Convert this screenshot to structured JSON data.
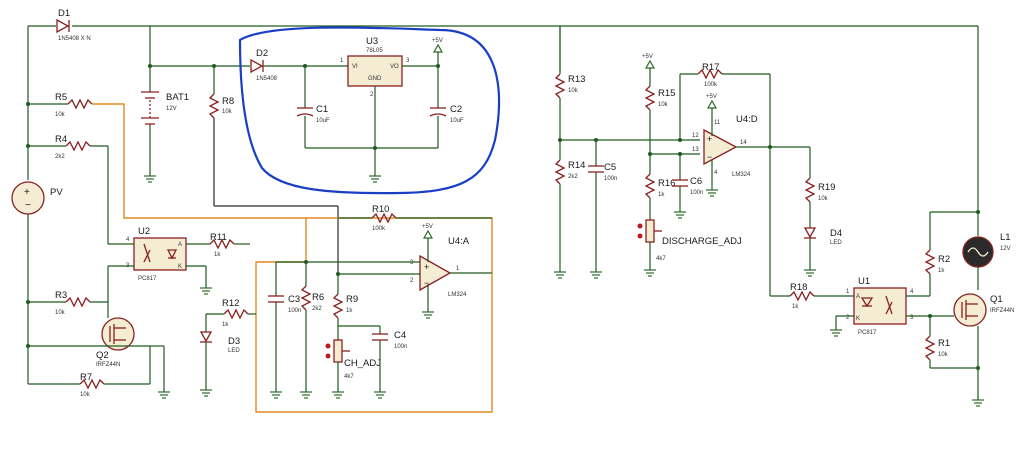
{
  "components": {
    "D1": {
      "ref": "D1",
      "value": "1N5408 X N"
    },
    "D2": {
      "ref": "D2",
      "value": "1N5408"
    },
    "U3": {
      "ref": "U3",
      "value": "78L05",
      "pin_vi": "VI",
      "pin_vo": "VO",
      "pin_gnd": "GND",
      "pin1": "1",
      "pin2": "2",
      "pin3": "3"
    },
    "BAT1": {
      "ref": "BAT1",
      "value": "12V"
    },
    "R8": {
      "ref": "R8",
      "value": "10k"
    },
    "C1": {
      "ref": "C1",
      "value": "10uF"
    },
    "C2": {
      "ref": "C2",
      "value": "10uF"
    },
    "PV": {
      "ref": "PV"
    },
    "R5": {
      "ref": "R5",
      "value": "10k"
    },
    "R4": {
      "ref": "R4",
      "value": "2k2"
    },
    "U2": {
      "ref": "U2",
      "value": "PC817",
      "pin4": "4",
      "pin3": "3",
      "pinA": "A",
      "pinK": "K"
    },
    "R11": {
      "ref": "R11",
      "value": "1k"
    },
    "R12": {
      "ref": "R12",
      "value": "1k"
    },
    "D3": {
      "ref": "D3",
      "value": "LED"
    },
    "R3": {
      "ref": "R3",
      "value": "10k"
    },
    "Q2": {
      "ref": "Q2",
      "value": "IRFZ44N"
    },
    "R7": {
      "ref": "R7",
      "value": "10k"
    },
    "R10": {
      "ref": "R10",
      "value": "100k"
    },
    "U4A": {
      "ref": "U4:A",
      "value": "LM324",
      "pin1": "1",
      "pin2": "2",
      "pin3": "3"
    },
    "C3": {
      "ref": "C3",
      "value": "100n"
    },
    "R6": {
      "ref": "R6",
      "value": "2k2"
    },
    "R9": {
      "ref": "R9",
      "value": "1k"
    },
    "C4": {
      "ref": "C4",
      "value": "100n"
    },
    "CH_ADJ": {
      "ref": "CH_ADJ",
      "value": "4k7"
    },
    "R13": {
      "ref": "R13",
      "value": "10k"
    },
    "R14": {
      "ref": "R14",
      "value": "2k2"
    },
    "C5": {
      "ref": "C5",
      "value": "100n"
    },
    "R15": {
      "ref": "R15",
      "value": "10k"
    },
    "R16": {
      "ref": "R16",
      "value": "1k"
    },
    "C6": {
      "ref": "C6",
      "value": "100n"
    },
    "DISCHARGE_ADJ": {
      "ref": "DISCHARGE_ADJ",
      "value": "4k7"
    },
    "R17": {
      "ref": "R17",
      "value": "100k"
    },
    "U4D": {
      "ref": "U4:D",
      "value": "LM324",
      "pin11": "11",
      "pin4": "4",
      "pin12": "12",
      "pin13": "13",
      "pin14": "14"
    },
    "R19": {
      "ref": "R19",
      "value": "10k"
    },
    "D4": {
      "ref": "D4",
      "value": "LED"
    },
    "R18": {
      "ref": "R18",
      "value": "1k"
    },
    "U1": {
      "ref": "U1",
      "value": "PC817",
      "pin1": "1",
      "pin2": "2",
      "pin3": "3",
      "pin4": "4",
      "pinA": "A",
      "pinK": "K"
    },
    "L1": {
      "ref": "L1",
      "value": "12V"
    },
    "R2": {
      "ref": "R2",
      "value": "1k"
    },
    "Q1": {
      "ref": "Q1",
      "value": "IRFZ44N"
    },
    "R1": {
      "ref": "R1",
      "value": "10k"
    }
  },
  "power_labels": {
    "vcc": "+5V"
  },
  "colors": {
    "wire": "#1e5c1e",
    "component": "#8a1f1f",
    "highlight_blue": "#1a3fc4",
    "highlight_orange": "#e08a1e"
  }
}
